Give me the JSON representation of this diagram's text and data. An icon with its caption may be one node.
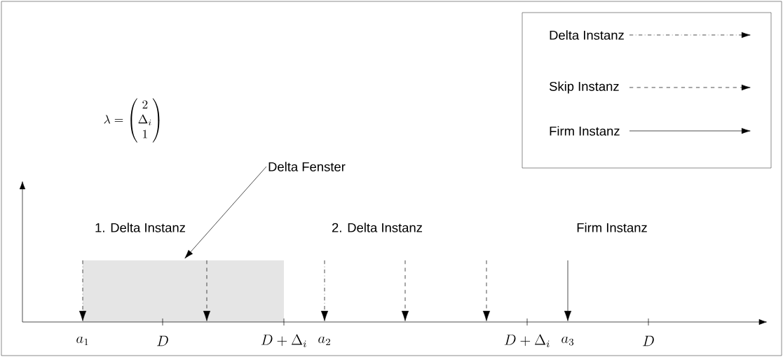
{
  "diagram": {
    "nodes": [
      {
        "text": [
          "Delta Fenster"
        ]
      },
      {
        "text": [],
        "shape": "box"
      }
    ],
    "edges": [
      {
        "from": 0,
        "to": 1,
        "arrow": "to"
      }
    ],
    "labels": [
      "\\lambda=\\begin{pmatrix}2\\\\ \\Delta_i\\\\ 1\\end{pmatrix}",
      "1. Delta Instanz",
      "2. Delta Instanz",
      "Firm Instanz",
      "a_1",
      "D",
      "D+\\Delta_i",
      "a_2",
      "D+\\Delta_i",
      "a_3",
      "D"
    ],
    "legend": [
      {
        "text": "Delta Instanz"
      },
      {
        "text": "Skip Instanz"
      },
      {
        "text": "Firm Instanz"
      }
    ]
  }
}
